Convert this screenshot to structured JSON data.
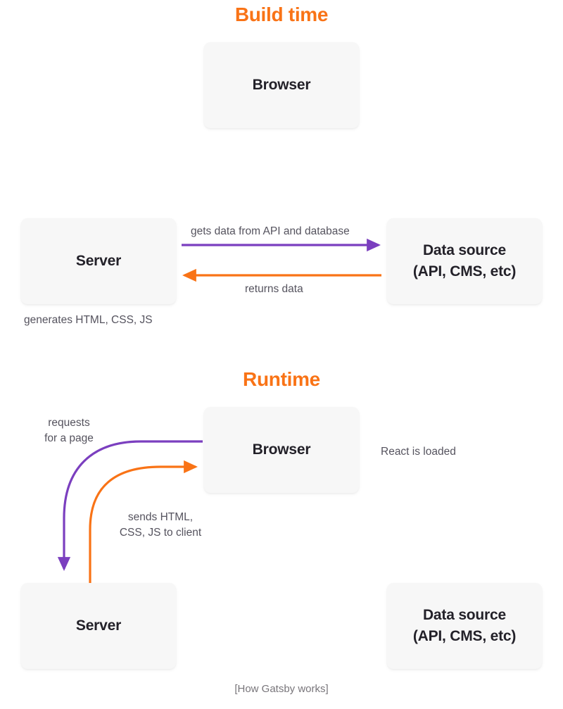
{
  "diagram": {
    "caption": "[How Gatsby works]",
    "colors": {
      "accent_orange": "#f97316",
      "accent_purple": "#7b3fbf",
      "box_fill": "#f7f7f7",
      "box_text": "#232129",
      "label_text": "#55535e",
      "caption_text": "#78757a"
    },
    "sections": [
      {
        "id": "build",
        "title": "Build time"
      },
      {
        "id": "runtime",
        "title": "Runtime"
      }
    ],
    "nodes": {
      "browser_build": {
        "label": "Browser"
      },
      "server_build": {
        "label": "Server"
      },
      "source_build": {
        "label": "Data source\n(API, CMS, etc)"
      },
      "browser_runtime": {
        "label": "Browser"
      },
      "server_runtime": {
        "label": "Server"
      },
      "source_runtime": {
        "label": "Data source\n(API, CMS, etc)"
      }
    },
    "labels": {
      "gets_data": "gets data from API and database",
      "returns_data": "returns data",
      "generates": "generates HTML, CSS, JS",
      "requests": "requests\nfor a page",
      "sends": "sends HTML,\nCSS, JS to client",
      "react_loaded": "React is loaded"
    }
  }
}
